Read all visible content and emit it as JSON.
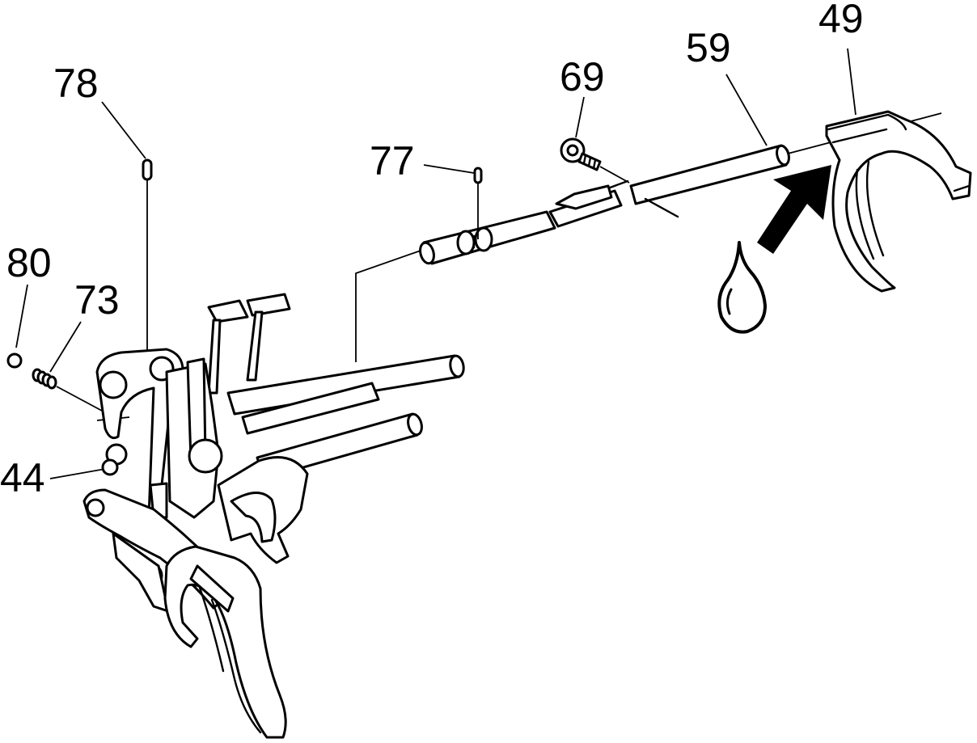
{
  "diagram": {
    "callouts": [
      {
        "id": "49",
        "label": "49"
      },
      {
        "id": "59",
        "label": "59"
      },
      {
        "id": "69",
        "label": "69"
      },
      {
        "id": "77",
        "label": "77"
      },
      {
        "id": "78",
        "label": "78"
      },
      {
        "id": "80",
        "label": "80"
      },
      {
        "id": "73",
        "label": "73"
      },
      {
        "id": "44",
        "label": "44"
      }
    ],
    "symbols": {
      "direction_arrow": "insertion-arrow-icon",
      "lubricant_drop": "oil-drop-icon"
    },
    "colors": {
      "line": "#000000",
      "background": "#ffffff"
    }
  }
}
